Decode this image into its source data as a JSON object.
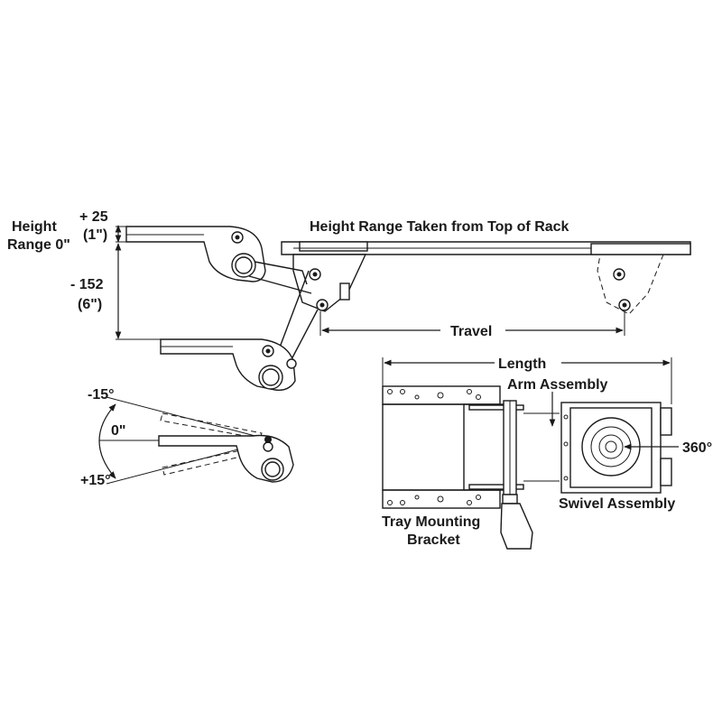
{
  "labels": {
    "height_range_line1": "Height",
    "height_range_line2": "Range 0\"",
    "plus_25": "+ 25",
    "plus_25_in": "(1\")",
    "minus_152": "- 152",
    "minus_152_in": "(6\")",
    "header": "Height Range Taken from Top of Rack",
    "travel": "Travel",
    "length": "Length",
    "arm_assembly": "Arm Assembly",
    "swivel_360": "360°",
    "swivel_assembly": "Swivel Assembly",
    "tray_mounting_line1": "Tray Mounting",
    "tray_mounting_line2": "Bracket",
    "tilt_minus_15": "-15°",
    "tilt_zero": "0\"",
    "tilt_plus_15": "+15°"
  },
  "colors": {
    "line": "#1a1a1a",
    "background": "#ffffff"
  }
}
